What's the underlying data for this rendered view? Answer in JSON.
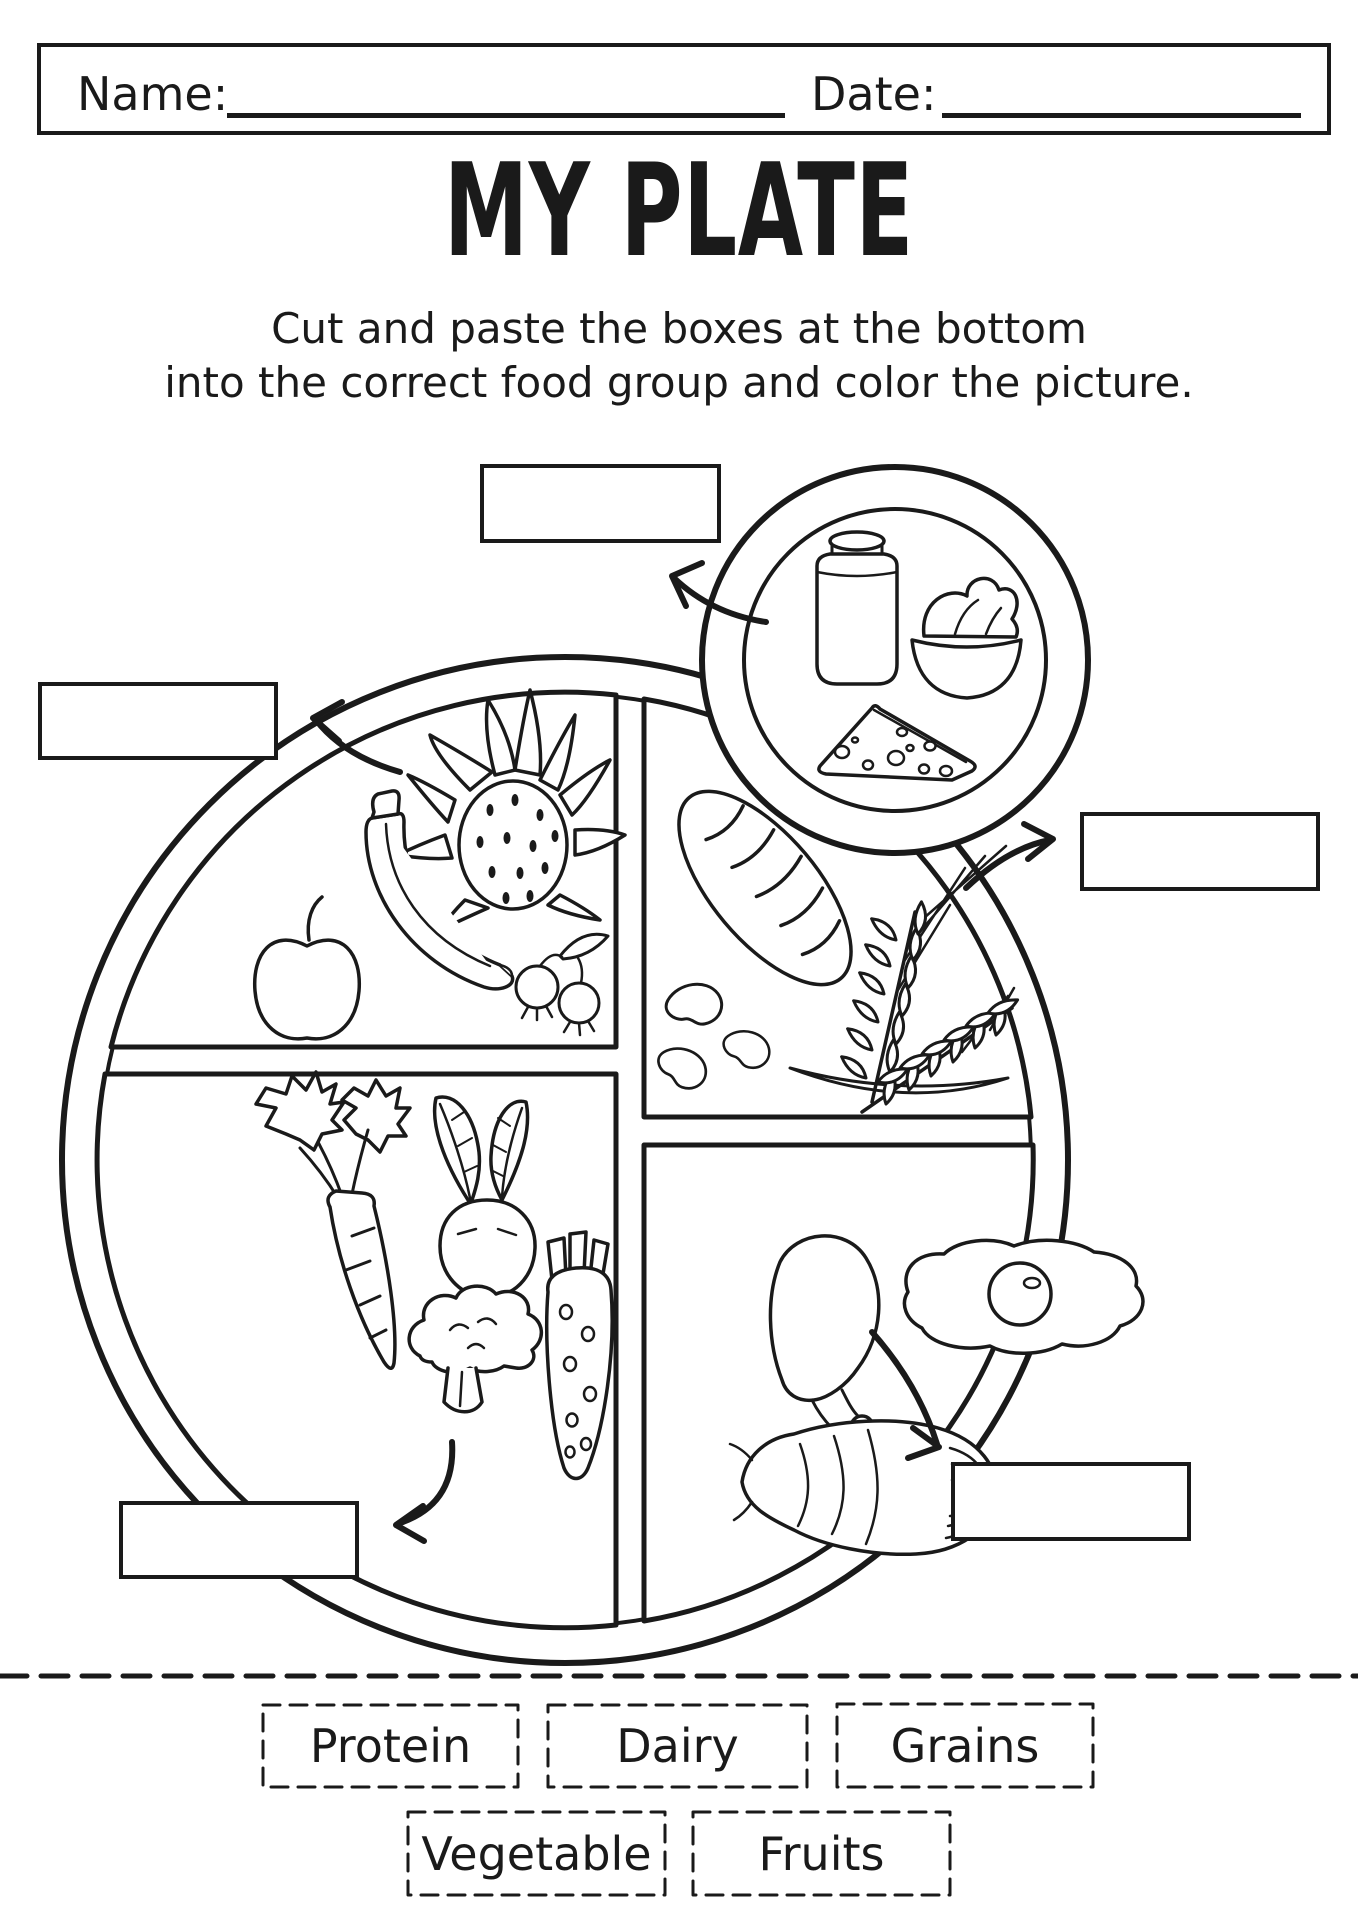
{
  "page": {
    "paper_color": "#ffffff",
    "ink_color": "#1a1a1a"
  },
  "header": {
    "name_label": "Name:",
    "date_label": "Date:"
  },
  "title": "MY PLATE",
  "instructions": {
    "line1": "Cut and paste the boxes at the bottom",
    "line2": "into the correct food group and color the picture."
  },
  "diagram": {
    "food_group_sections": [
      "fruits",
      "grains",
      "vegetables",
      "protein",
      "dairy"
    ],
    "foods": {
      "fruits": [
        "dragon-fruit",
        "banana",
        "apple",
        "berries"
      ],
      "grains": [
        "bread-loaf",
        "beans",
        "wheat"
      ],
      "vegetables": [
        "carrot",
        "beet",
        "broccoli",
        "parsnip"
      ],
      "protein": [
        "chicken-drumstick",
        "fried-egg",
        "fish"
      ],
      "dairy": [
        "milk-bottle",
        "yogurt-bowl",
        "cheese-wedge"
      ]
    }
  },
  "answer_slots": [
    "",
    "",
    "",
    "",
    ""
  ],
  "word_bank": {
    "labels": [
      "Protein",
      "Dairy",
      "Grains",
      "Vegetable",
      "Fruits"
    ]
  }
}
